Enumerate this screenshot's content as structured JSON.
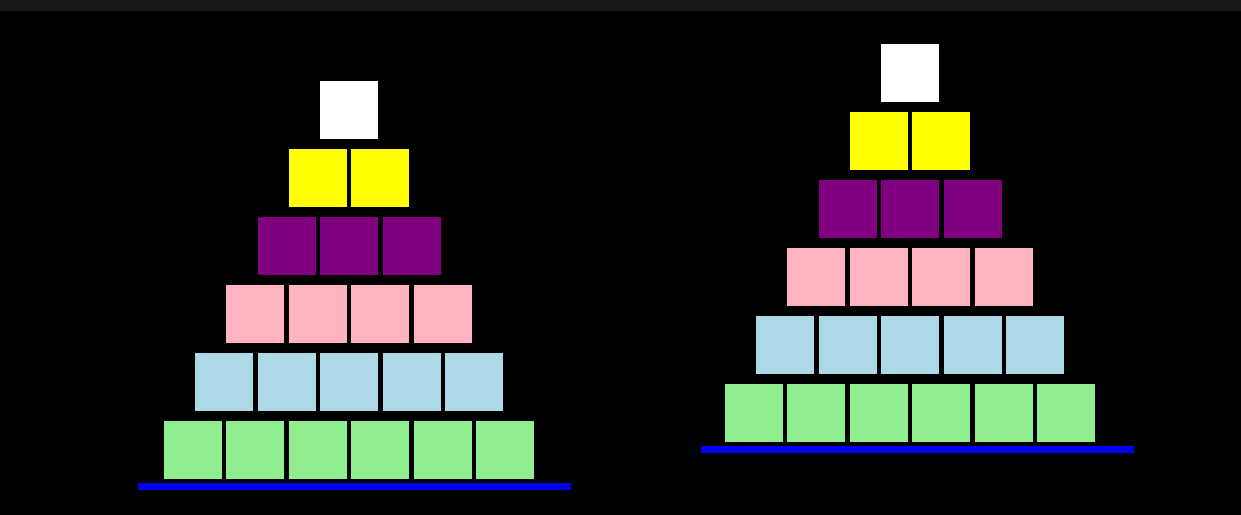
{
  "colors": {
    "background": "#000000",
    "top_strip": "#16181c",
    "base_line": "#0000ee"
  },
  "pyramids": [
    {
      "rows": [
        {
          "count": 1,
          "color": "#ffffff"
        },
        {
          "count": 2,
          "color": "#ffff00"
        },
        {
          "count": 3,
          "color": "#800080"
        },
        {
          "count": 4,
          "color": "#ffb3c1"
        },
        {
          "count": 5,
          "color": "#add8e6"
        },
        {
          "count": 6,
          "color": "#90ee90"
        }
      ]
    },
    {
      "rows": [
        {
          "count": 1,
          "color": "#ffffff"
        },
        {
          "count": 2,
          "color": "#ffff00"
        },
        {
          "count": 3,
          "color": "#800080"
        },
        {
          "count": 4,
          "color": "#ffb3c1"
        },
        {
          "count": 5,
          "color": "#add8e6"
        },
        {
          "count": 6,
          "color": "#90ee90"
        }
      ]
    }
  ]
}
